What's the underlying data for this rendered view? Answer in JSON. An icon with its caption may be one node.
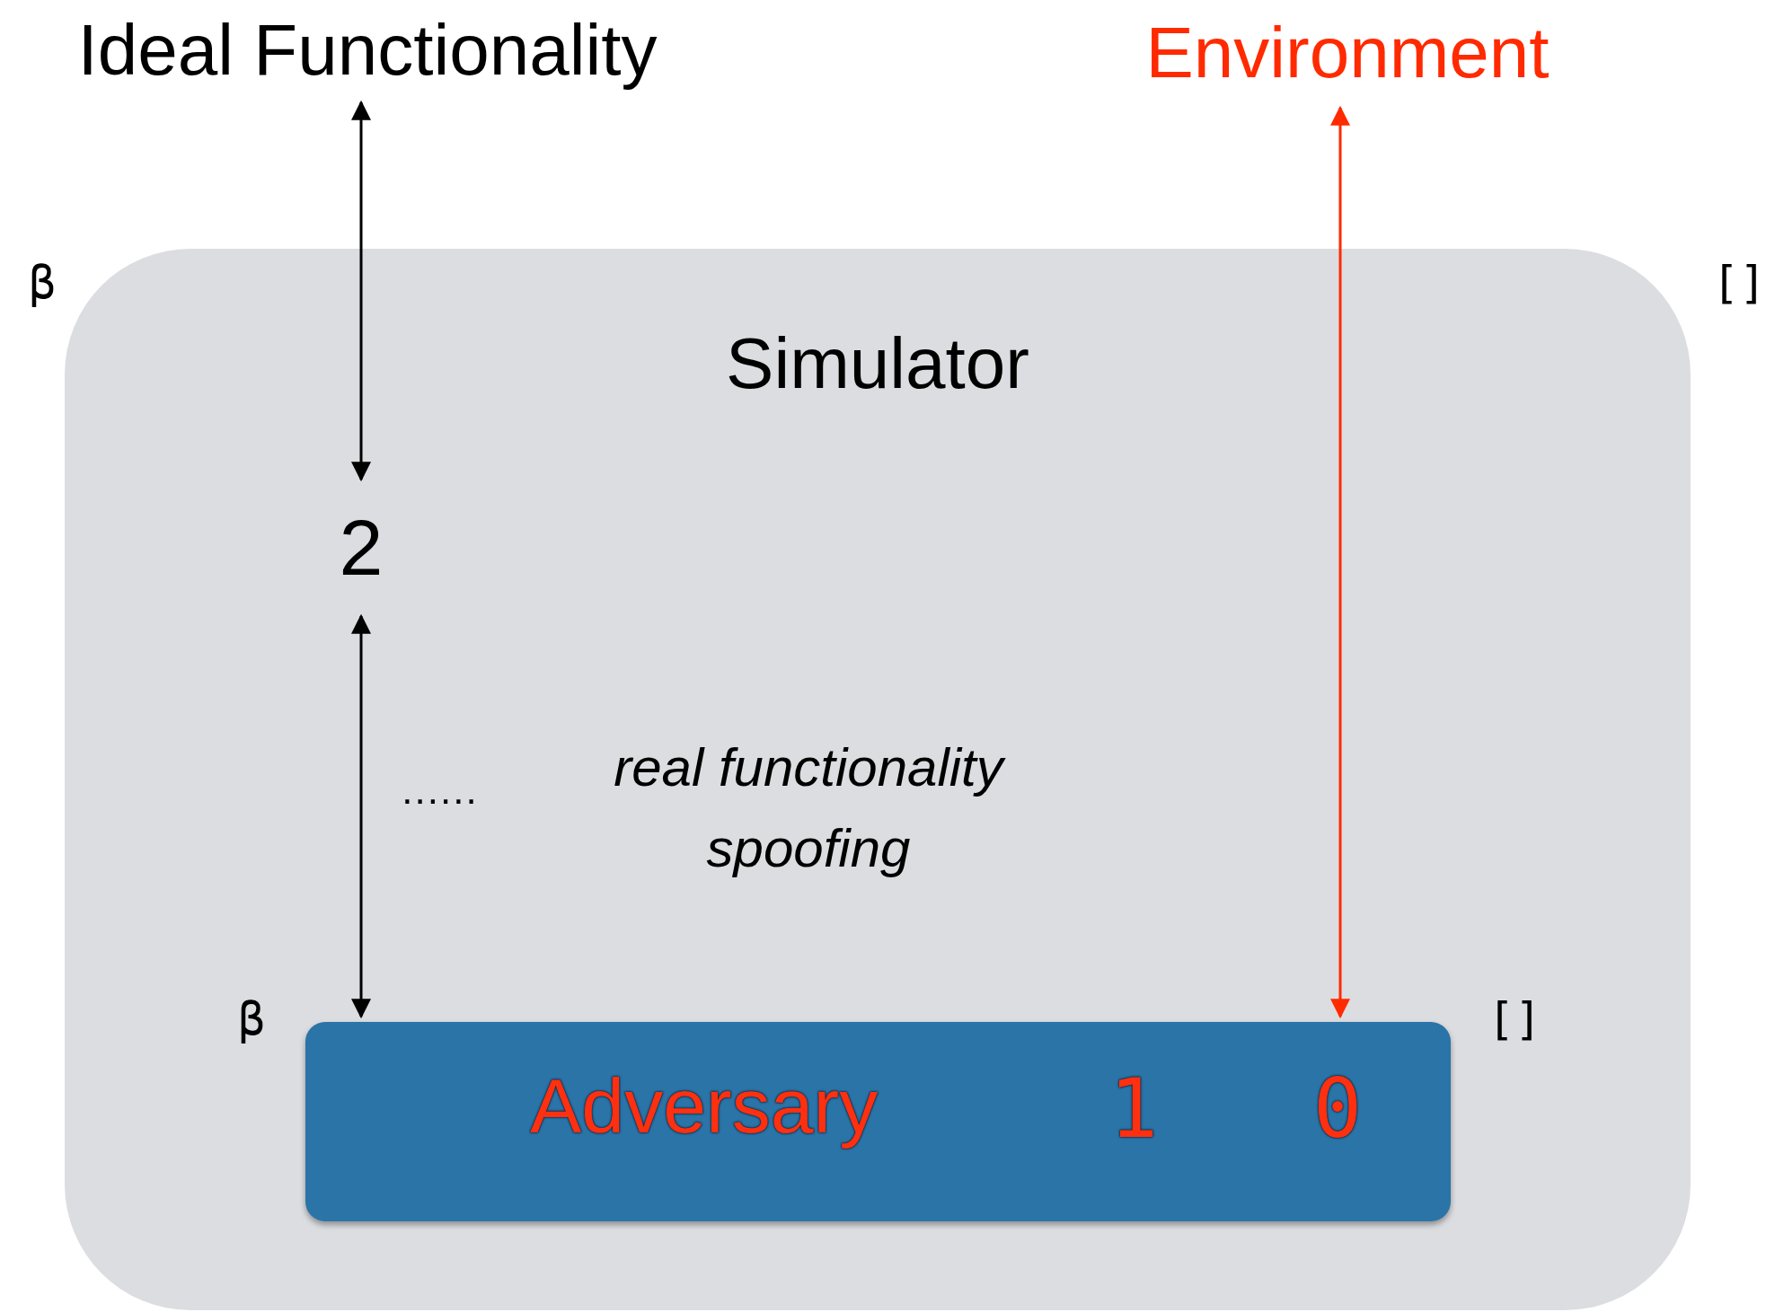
{
  "diagram": {
    "nodes": [
      {
        "text": [
          "Ideal Functionality"
        ]
      },
      {
        "text": [
          "Environment"
        ]
      },
      {
        "text": [
          "Simulator"
        ]
      },
      {
        "text": [
          "2"
        ],
        "in": 2
      },
      {
        "text": [
          "Adversary",
          "1",
          "0"
        ],
        "in": 2
      }
    ],
    "edges": [
      {
        "from": 0,
        "to": 3,
        "arrow": "both"
      },
      {
        "from": 3,
        "to": 4,
        "arrow": "both"
      },
      {
        "from": 1,
        "to": 4,
        "arrow": "both",
        "color": "#ff2a00"
      }
    ],
    "labels": [
      "β",
      "[]",
      "......",
      "real functionality spoofing",
      "β",
      "[]"
    ]
  }
}
